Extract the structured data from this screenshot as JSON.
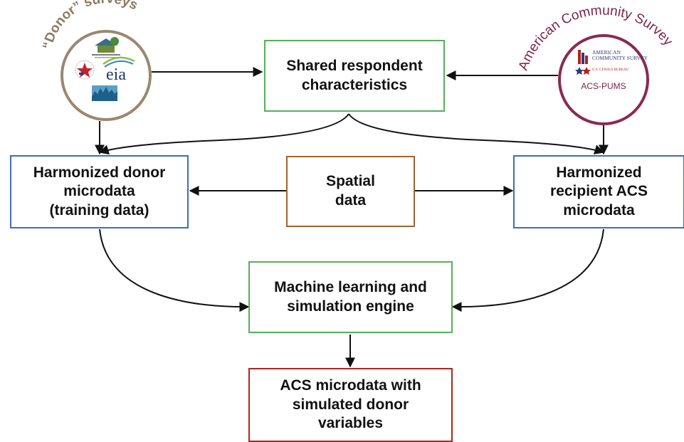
{
  "donor_badge": {
    "arc_title": "“Donor” surveys",
    "logos": [
      "house-logo-icon",
      "star-seal-icon",
      "eia-logo-icon",
      "skyline-logo-icon"
    ],
    "eia_text": "eia"
  },
  "acs_badge": {
    "arc_title": "American Community Survey",
    "logo_text": "AMERICAN COMMUNITY SURVEY",
    "logo_sub": "U.S. CENSUS BUREAU",
    "label": "ACS-PUMS"
  },
  "boxes": {
    "shared": [
      "Shared respondent",
      "characteristics"
    ],
    "donor": [
      "Harmonized donor",
      "microdata",
      "(training data)"
    ],
    "spatial": [
      "Spatial",
      "data"
    ],
    "recipient": [
      "Harmonized",
      "recipient ACS",
      "microdata"
    ],
    "engine": [
      "Machine learning and",
      "simulation engine"
    ],
    "output": [
      "ACS microdata with",
      "simulated donor",
      "variables"
    ]
  },
  "colors": {
    "green": "#55b05a",
    "blue": "#3e6fb5",
    "brown": "#a5632c",
    "red": "#b1241f",
    "donor_ring": "#9a8870",
    "acs_ring": "#8a2a52"
  }
}
